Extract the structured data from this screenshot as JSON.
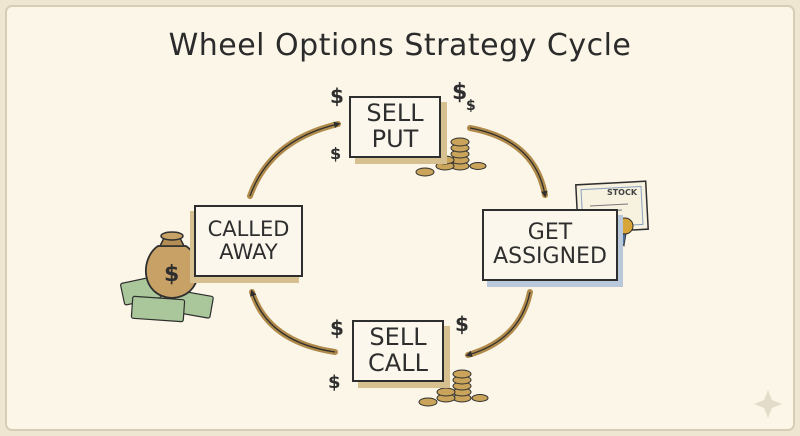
{
  "title": "Wheel Options Strategy Cycle",
  "steps": {
    "sell_put": [
      "SELL",
      "PUT"
    ],
    "get_assigned": [
      "GET",
      "ASSIGNED"
    ],
    "sell_call": [
      "SELL",
      "CALL"
    ],
    "called_away": [
      "CALLED",
      "AWAY"
    ]
  },
  "certificate_label": "STOCK",
  "dollar_symbol": "$",
  "icons": [
    "coin-stack-icon",
    "stock-certificate-icon",
    "money-bag-icon",
    "cash-bills-icon",
    "dollar-sign-icon",
    "sparkle-icon"
  ],
  "colors": {
    "paper": "#efe6d2",
    "ink": "#2e2e2e",
    "arrow": "#b08a4a",
    "gold": "#d6c08f",
    "blue": "#b9c9db"
  }
}
